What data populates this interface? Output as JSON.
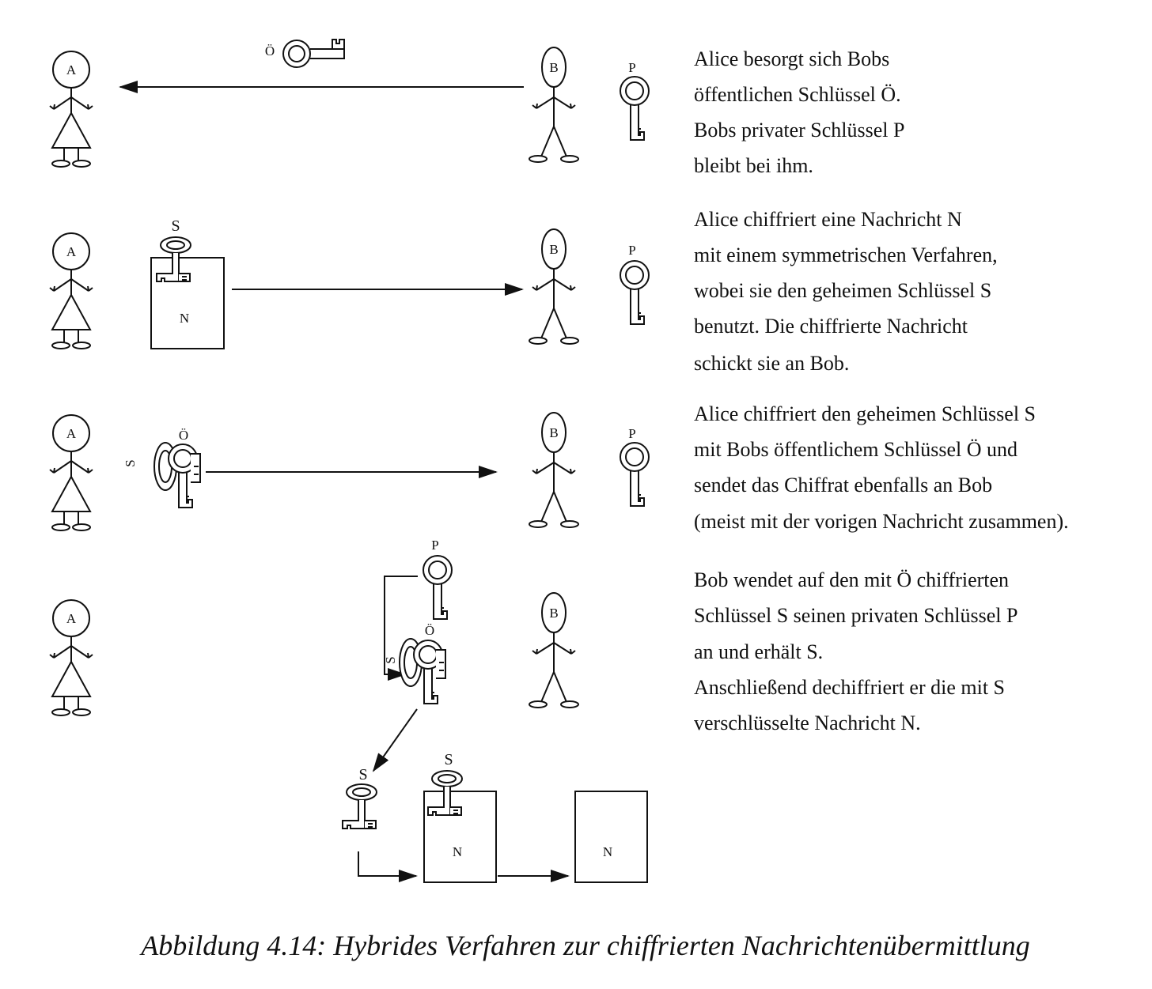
{
  "figures": {
    "alice_label": "A",
    "bob_label": "B"
  },
  "keys": {
    "public": "Ö",
    "private": "P",
    "secret": "S"
  },
  "message_label": "N",
  "steps": [
    {
      "lines": [
        "Alice besorgt sich Bobs",
        "öffentlichen Schlüssel Ö.",
        "Bobs privater Schlüssel P",
        "bleibt bei ihm."
      ]
    },
    {
      "lines": [
        "Alice chiffriert eine Nachricht N",
        "mit einem symmetrischen Verfahren,",
        "wobei sie den geheimen Schlüssel S",
        "benutzt. Die chiffrierte Nachricht",
        "schickt sie an Bob."
      ]
    },
    {
      "lines": [
        "Alice chiffriert den geheimen Schlüssel S",
        "mit Bobs öffentlichem Schlüssel Ö und",
        "sendet das Chiffrat ebenfalls an Bob",
        "(meist mit der vorigen Nachricht zusammen)."
      ]
    },
    {
      "lines": [
        "Bob wendet auf den mit Ö chiffrierten",
        "Schlüssel S seinen privaten Schlüssel P",
        "an und erhält S.",
        "Anschließend dechiffriert er die mit S",
        "verschlüsselte Nachricht N."
      ]
    }
  ],
  "caption": "Abbildung 4.14:  Hybrides Verfahren zur chiffrierten Nachrichtenübermittlung"
}
